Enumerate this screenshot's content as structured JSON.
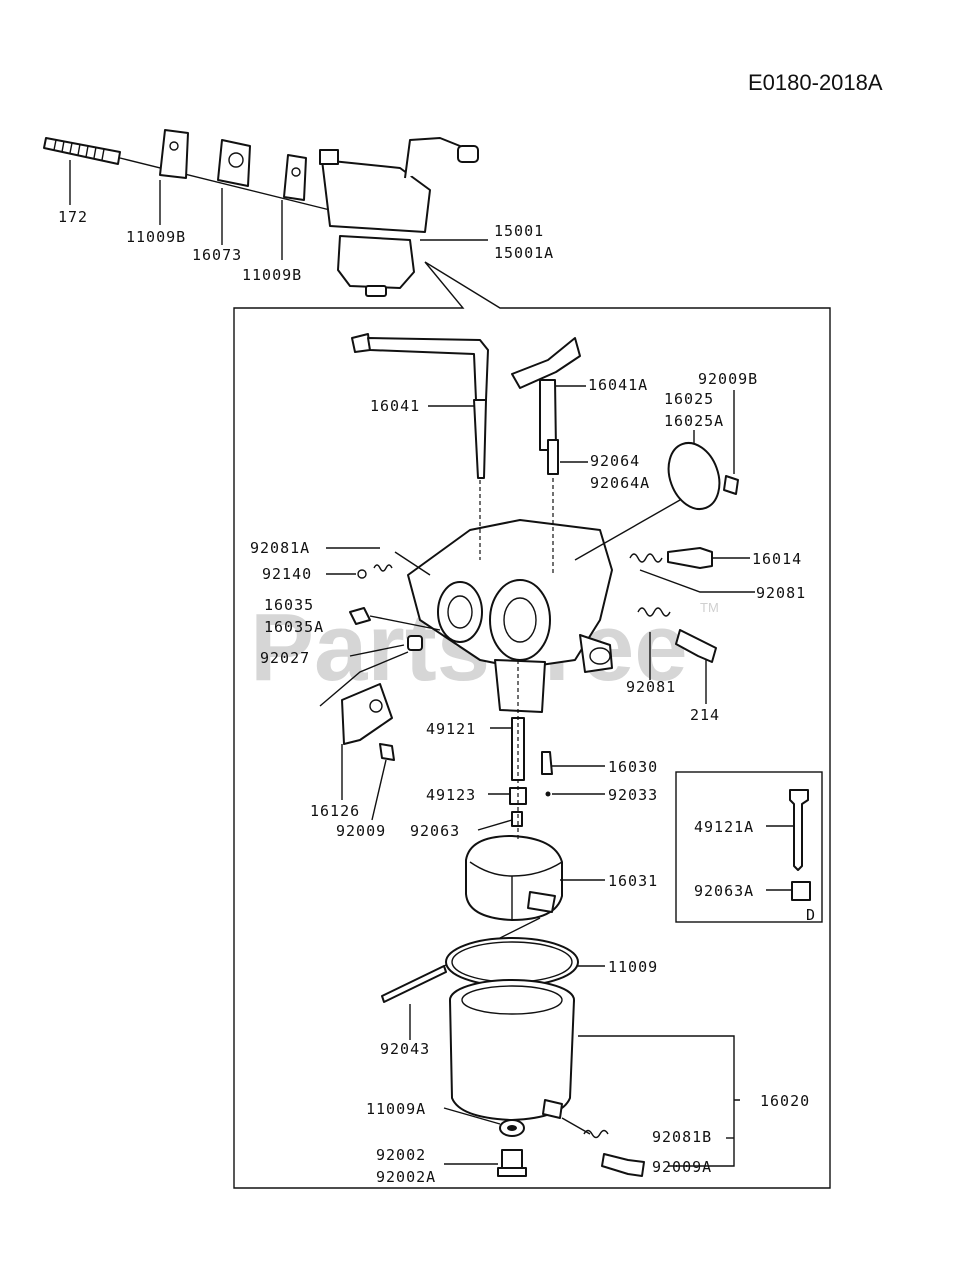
{
  "diagram_code": "E0180-2018A",
  "watermark": "PartsTree",
  "watermark_tm": "TM",
  "detail_box_letter": "D",
  "labels": {
    "p172": "172",
    "p11009B_a": "11009B",
    "p16073": "16073",
    "p11009B_b": "11009B",
    "p15001": "15001",
    "p15001A": "15001A",
    "p16041": "16041",
    "p16041A": "16041A",
    "p92009B": "92009B",
    "p16025": "16025",
    "p16025A": "16025A",
    "p92064": "92064",
    "p92064A": "92064A",
    "p92081A": "92081A",
    "p92140": "92140",
    "p16014": "16014",
    "p92081_a": "92081",
    "p16035": "16035",
    "p16035A": "16035A",
    "p92027": "92027",
    "p92081_b": "92081",
    "p214": "214",
    "p49121": "49121",
    "p16030": "16030",
    "p49123": "49123",
    "p92033": "92033",
    "p16126": "16126",
    "p92009": "92009",
    "p92063": "92063",
    "p49121A": "49121A",
    "p92063A": "92063A",
    "p16031": "16031",
    "p11009": "11009",
    "p92043": "92043",
    "p16020": "16020",
    "p11009A": "11009A",
    "p92081B": "92081B",
    "p92002": "92002",
    "p92002A": "92002A",
    "p92009A": "92009A"
  }
}
